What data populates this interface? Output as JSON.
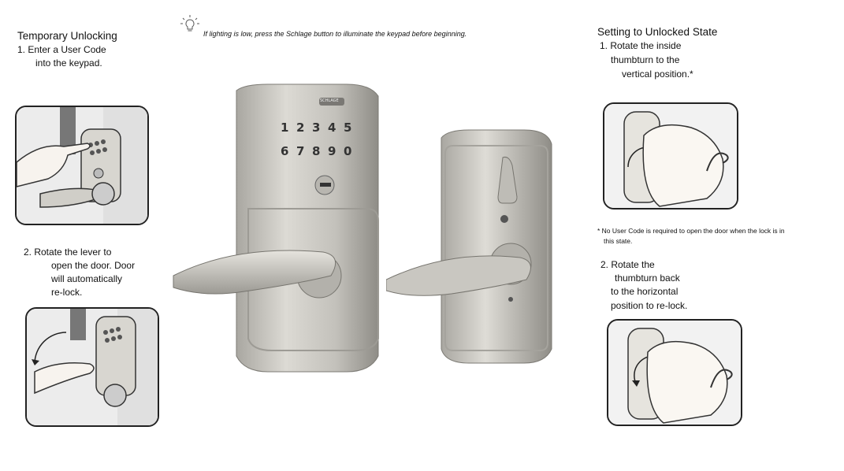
{
  "tip": {
    "icon": "lightbulb-icon",
    "text": "If lighting is low, press the Schlage button to illuminate the keypad before beginning."
  },
  "left": {
    "title": "Temporary Unlocking",
    "step1": {
      "line1": "1. Enter a User Code",
      "line2": "into the keypad."
    },
    "step2": {
      "line1": "2. Rotate the lever to",
      "line2": "open the door. Door",
      "line3": "will automatically",
      "line4": "re-lock."
    }
  },
  "right": {
    "title": "Setting to Unlocked State",
    "step1": {
      "line1": "1. Rotate the inside",
      "line2": "thumbturn to the",
      "line3": "vertical position.*"
    },
    "footnote": {
      "line1": "* No User Code is required to open the door when the lock is in",
      "line2": "this state."
    },
    "step2": {
      "line1": "2. Rotate the",
      "line2": "thumbturn back",
      "line3": "to the horizontal",
      "line4": "position to re-lock."
    }
  },
  "keypad": {
    "brand": "SCHLAGE",
    "row1": [
      "1",
      "2",
      "3",
      "4",
      "5"
    ],
    "row2": [
      "6",
      "7",
      "8",
      "9",
      "0"
    ]
  },
  "colors": {
    "metal": "#c9c7c1",
    "metal_dark": "#8f8d87",
    "panel_bg": "#f3f3f3"
  }
}
